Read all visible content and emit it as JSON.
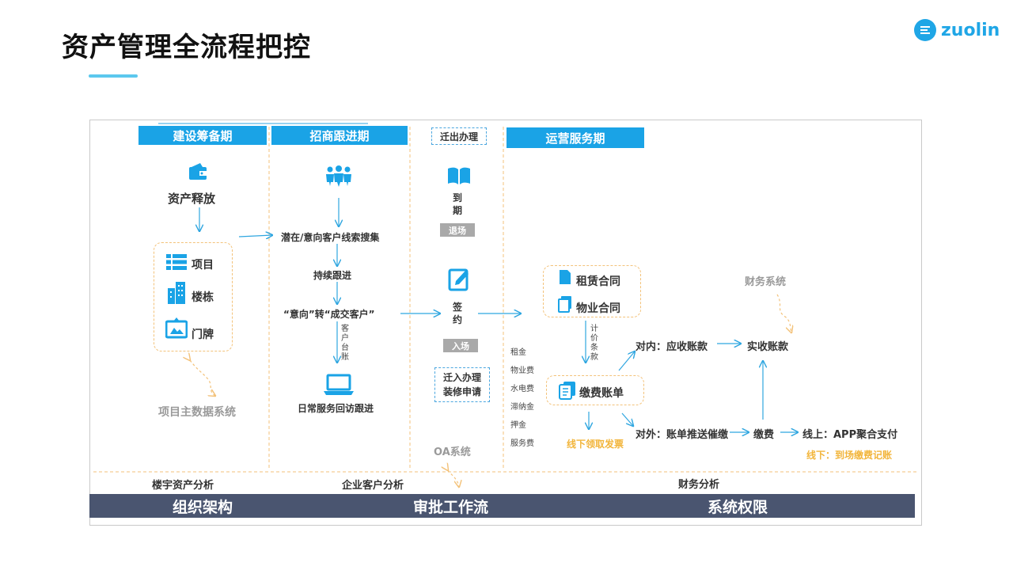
{
  "title": "资产管理全流程把控",
  "logo": {
    "text": "zuolin",
    "icon": "zuolin-logo-icon"
  },
  "colors": {
    "accent": "#1aa3e6",
    "bar": "#4a5570",
    "orange": "#f2b53b",
    "grey": "#9a9a9a"
  },
  "phases": {
    "construction": "建设筹备期",
    "investment": "招商跟进期",
    "moveout": "迁出办理",
    "operation": "运营服务期"
  },
  "construction": {
    "asset_release": "资产释放",
    "project": "项目",
    "building": "楼栋",
    "doorplate": "门牌",
    "master_data": "项目主数据系统"
  },
  "investment": {
    "lead_collection": "潜在/意向客户线索搜集",
    "follow_up": "持续跟进",
    "convert": "“意向”转“成交客户”",
    "ledger": "客户台账",
    "daily_service": "日常服务回访跟进"
  },
  "moveout": {
    "expire": "到期",
    "exit": "退场",
    "sign": "签约",
    "enter": "入场",
    "movein_line1": "迁入办理",
    "movein_line2": "装修申请",
    "oa": "OA系统"
  },
  "operation": {
    "lease_contract": "租赁合同",
    "property_contract": "物业合同",
    "pricing_terms": "计价条款",
    "billing": "缴费账单",
    "fees": [
      "租金",
      "物业费",
      "水电费",
      "滞纳金",
      "押金",
      "服务费"
    ],
    "internal_receivable": "对内：应收账款",
    "actual_receipt": "实收账款",
    "finance_system": "财务系统",
    "external_push": "对外：账单推送催缴",
    "payment": "缴费",
    "online": "线上：APP聚合支付",
    "offline_invoice": "线下领取发票",
    "offline_record": "线下：到场缴费记账"
  },
  "analysis": {
    "building_assets": "楼宇资产分析",
    "enterprise_clients": "企业客户分析",
    "financial": "财务分析"
  },
  "bottom_bar": {
    "org": "组织架构",
    "approval": "审批工作流",
    "permissions": "系统权限"
  }
}
